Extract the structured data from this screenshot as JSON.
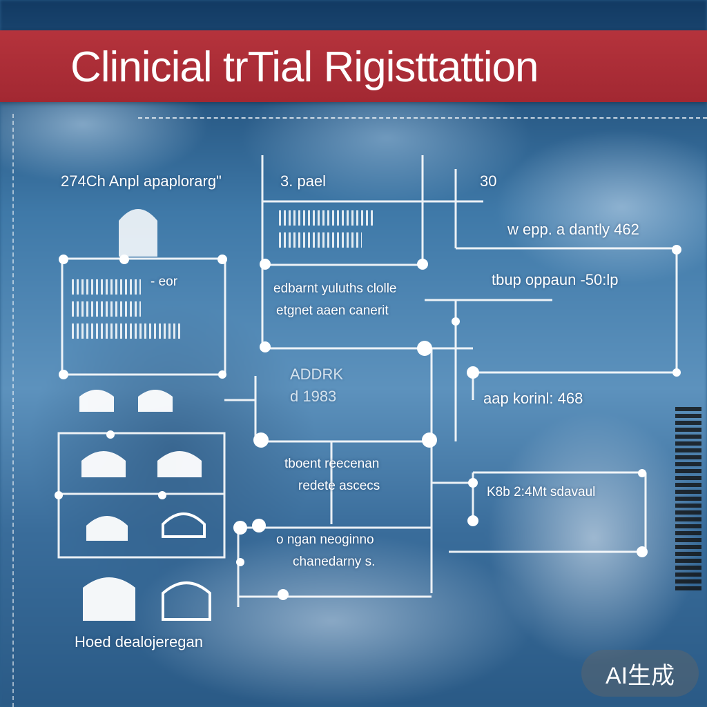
{
  "banner": {
    "title": "Clinicial trTial Rigisttattion"
  },
  "labels": {
    "top_left": "274Ch Anpl apaplorarg\"",
    "top_mid": "3. pael",
    "top_right": "30",
    "right_upper": "w epp. a dantly 462",
    "right_mid": "tbup oppaun -50:lp",
    "center_1": "edbarnt yuluths clolle",
    "center_2": "etgnet aaen canerit",
    "mid_right": "aap korinl: 468",
    "center_3": "tboent reecenan",
    "center_4": "redete ascecs",
    "box_right": "K8b 2:4Mt sdavaul",
    "center_5": "o ngan neoginno",
    "center_6": "chanedarny s.",
    "bottom_left": "Hoed dealojeregan",
    "left_box_small": "- eor",
    "mid_glyph": "ADDRK",
    "mid_glyph_2": "d 1983"
  },
  "badge": {
    "text": "AI生成"
  },
  "colors": {
    "banner": "#a92d36",
    "line": "#ffffff",
    "background": "#3f79a8"
  }
}
